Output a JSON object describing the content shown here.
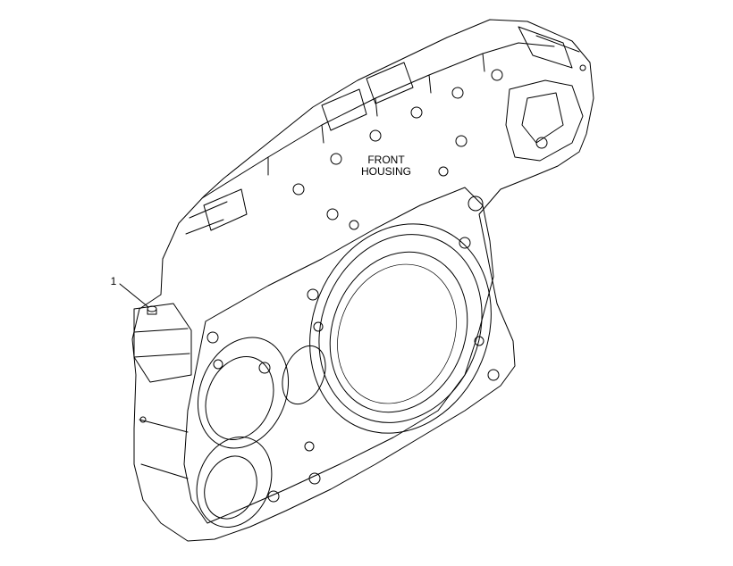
{
  "labels": {
    "housing": [
      "FRONT",
      "HOUSING"
    ],
    "callout": "1"
  },
  "colors": {
    "line": "#000000",
    "background": "#ffffff"
  }
}
